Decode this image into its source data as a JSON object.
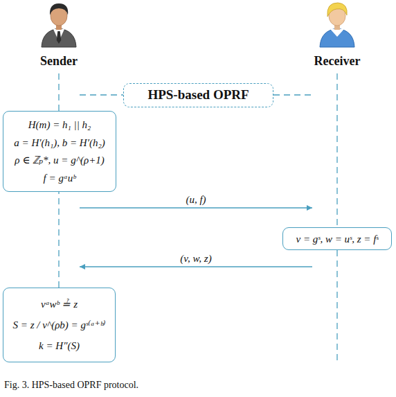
{
  "diagram": {
    "caption": "Fig. 3. HPS-based OPRF protocol.",
    "nodes": [
      {
        "text": [
          "Sender"
        ]
      },
      {
        "text": [
          "Receiver"
        ]
      },
      {
        "text": [
          "HPS-based OPRF"
        ]
      },
      {
        "text": [
          "H(m) = h₁ || h₂",
          "a = H′(h₁), b = H′(h₂)",
          "ρ ∈ ℤₚ*, u = g^(ρ+1)",
          "f = gᵃuᵇ"
        ]
      },
      {
        "text": [
          "v = gˢ, w = uˢ, z = fˢ"
        ]
      },
      {
        "text": [
          "vᵃwᵇ ≟ z",
          "S = z / v^(ρb) = gˢ⁽ᵃ⁺ᵇ⁾",
          "k = H″(S)"
        ]
      }
    ],
    "edges": [
      {
        "from": 0,
        "to": 2,
        "arrow": "none"
      },
      {
        "from": 2,
        "to": 1,
        "arrow": "none"
      },
      {
        "from": 0,
        "to": 1,
        "label": "(u, f)",
        "arrow": "to"
      },
      {
        "from": 1,
        "to": 0,
        "label": "(v, w, z)",
        "arrow": "to"
      }
    ]
  }
}
